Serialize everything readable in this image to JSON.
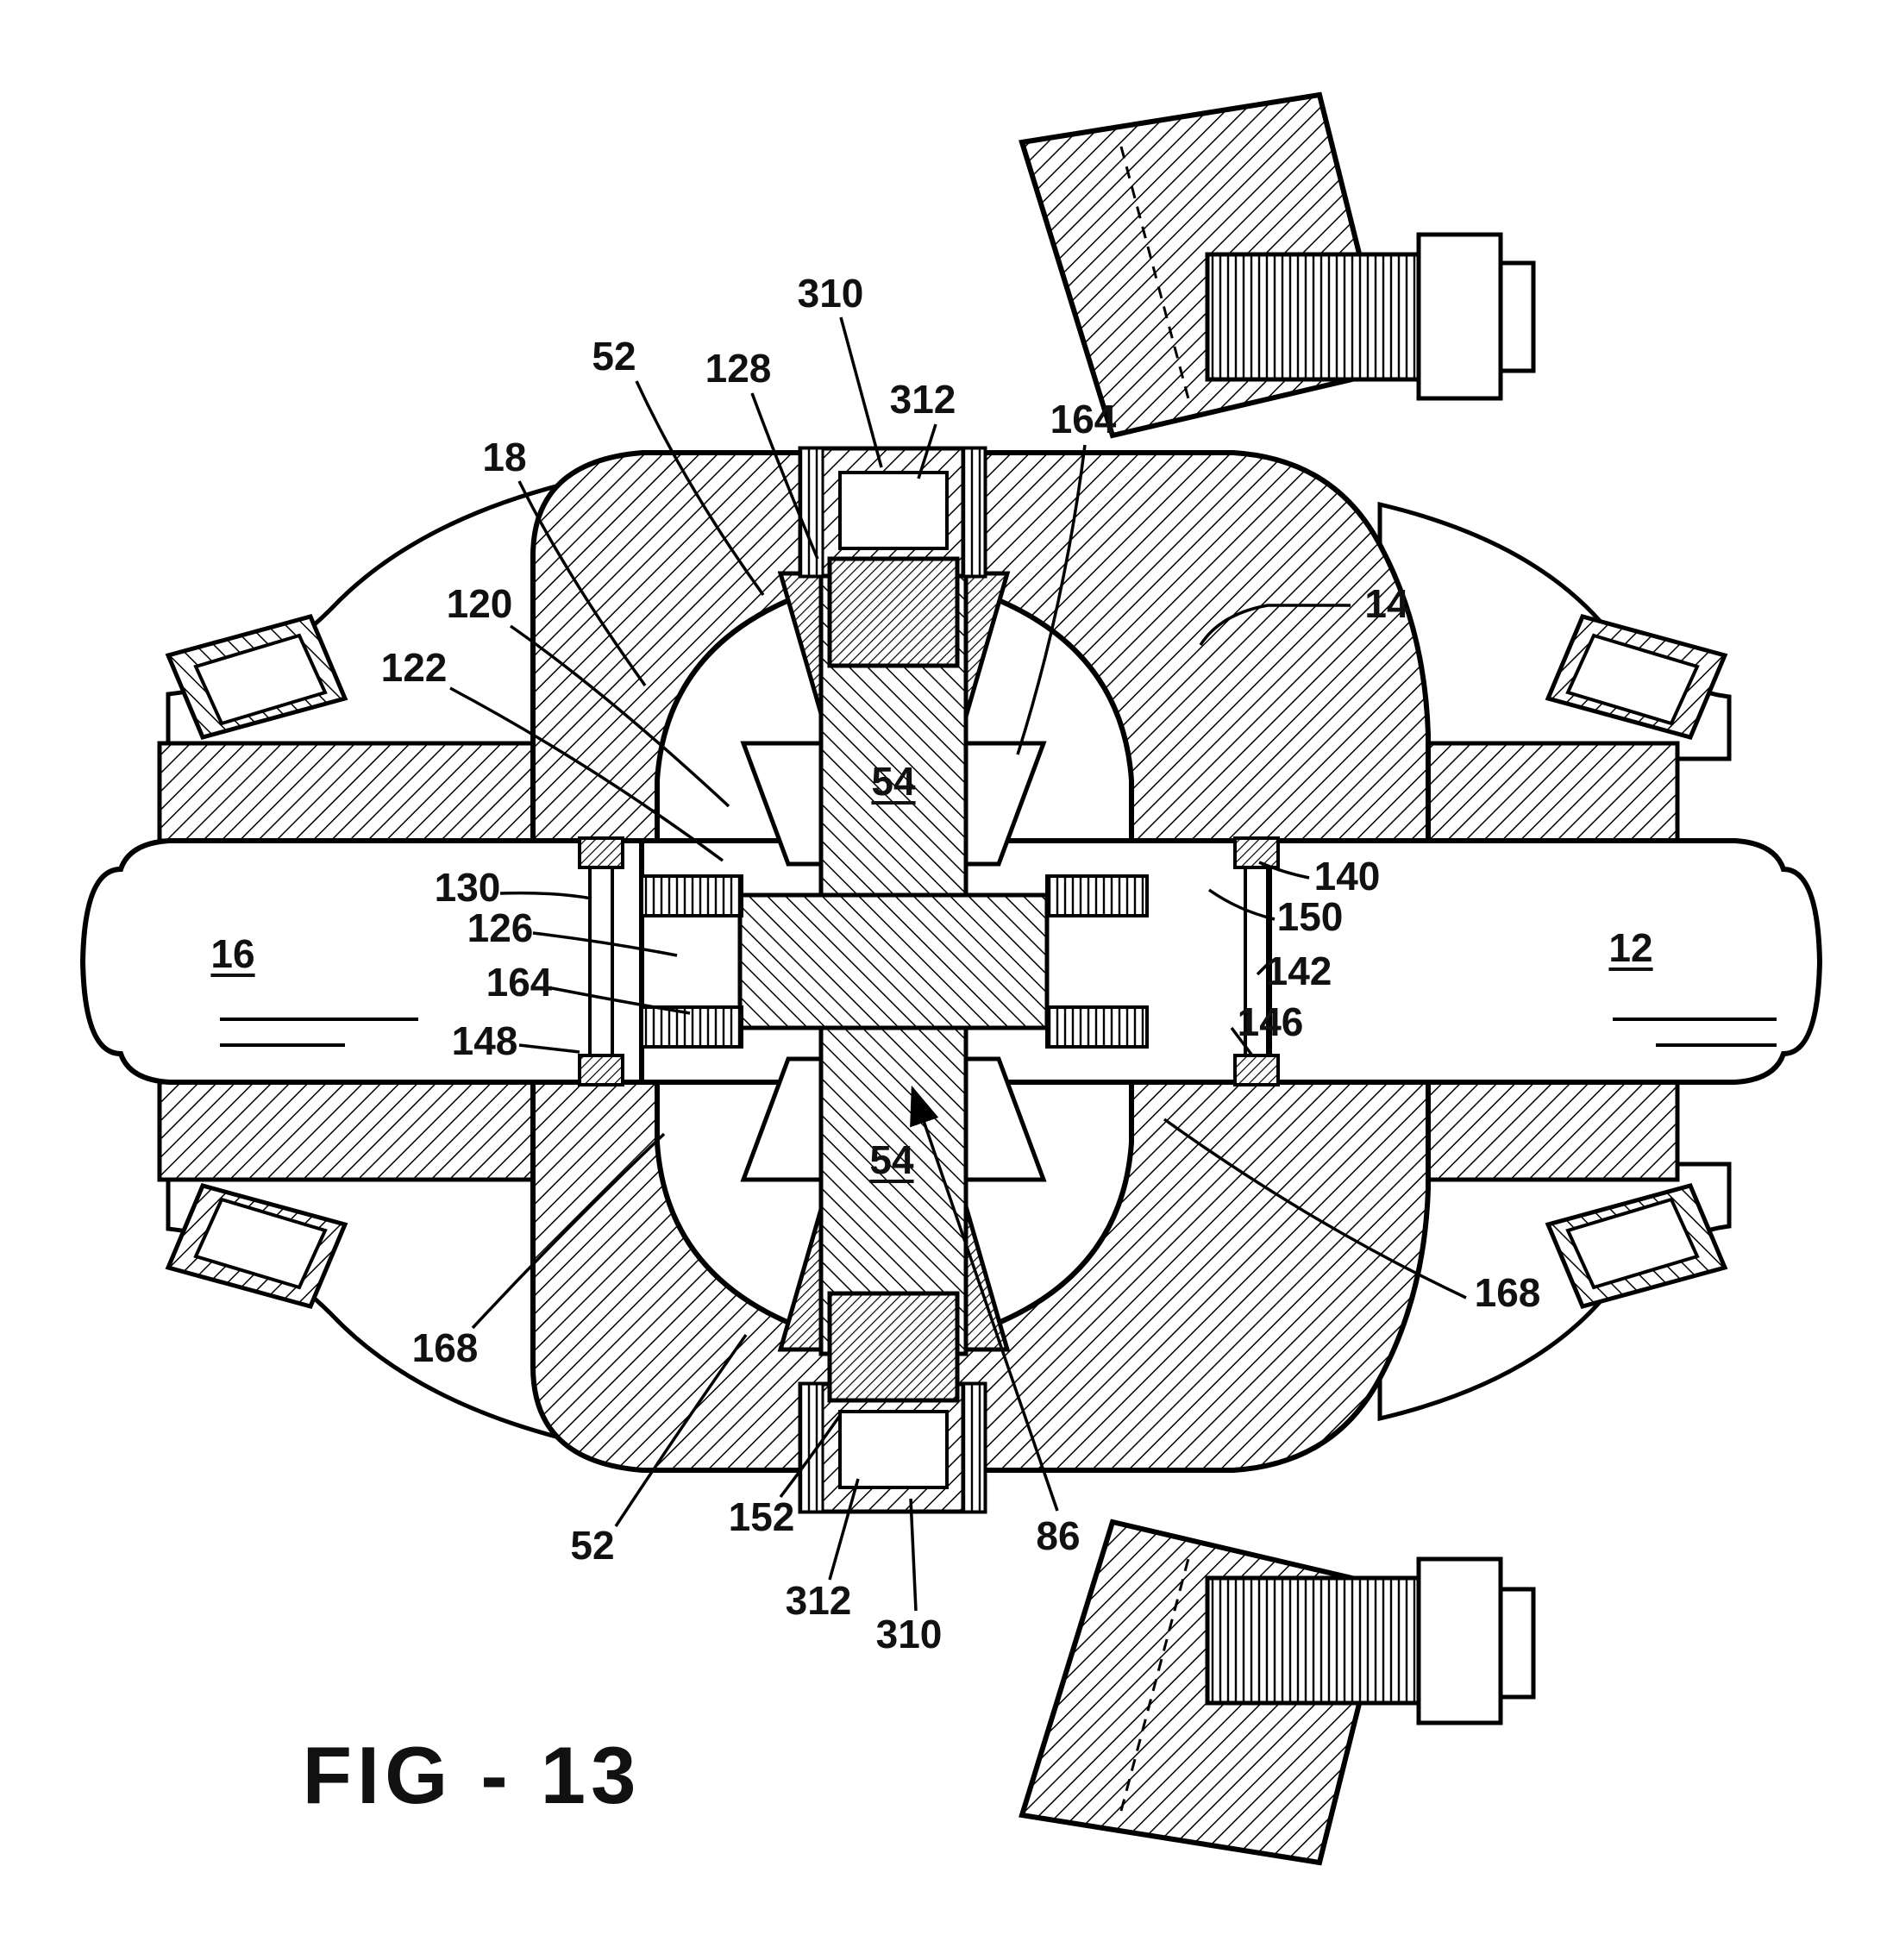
{
  "figure": {
    "caption": "FIG - 13"
  },
  "colors": {
    "ink": "#000000",
    "paper": "#ffffff"
  },
  "labels": [
    {
      "id": "310-top",
      "text": "310"
    },
    {
      "id": "52-top",
      "text": "52"
    },
    {
      "id": "128",
      "text": "128"
    },
    {
      "id": "312-top",
      "text": "312"
    },
    {
      "id": "164-top",
      "text": "164"
    },
    {
      "id": "18",
      "text": "18"
    },
    {
      "id": "120",
      "text": "120"
    },
    {
      "id": "122",
      "text": "122"
    },
    {
      "id": "14",
      "text": "14"
    },
    {
      "id": "54-upper",
      "text": "54"
    },
    {
      "id": "130",
      "text": "130"
    },
    {
      "id": "126",
      "text": "126"
    },
    {
      "id": "164-mid",
      "text": "164"
    },
    {
      "id": "148",
      "text": "148"
    },
    {
      "id": "140",
      "text": "140"
    },
    {
      "id": "150",
      "text": "150"
    },
    {
      "id": "142",
      "text": "142"
    },
    {
      "id": "146",
      "text": "146"
    },
    {
      "id": "16",
      "text": "16"
    },
    {
      "id": "12",
      "text": "12"
    },
    {
      "id": "54-lower",
      "text": "54"
    },
    {
      "id": "168-left",
      "text": "168"
    },
    {
      "id": "168-right",
      "text": "168"
    },
    {
      "id": "152",
      "text": "152"
    },
    {
      "id": "52-bottom",
      "text": "52"
    },
    {
      "id": "312-bottom",
      "text": "312"
    },
    {
      "id": "310-bottom",
      "text": "310"
    },
    {
      "id": "86",
      "text": "86"
    }
  ]
}
